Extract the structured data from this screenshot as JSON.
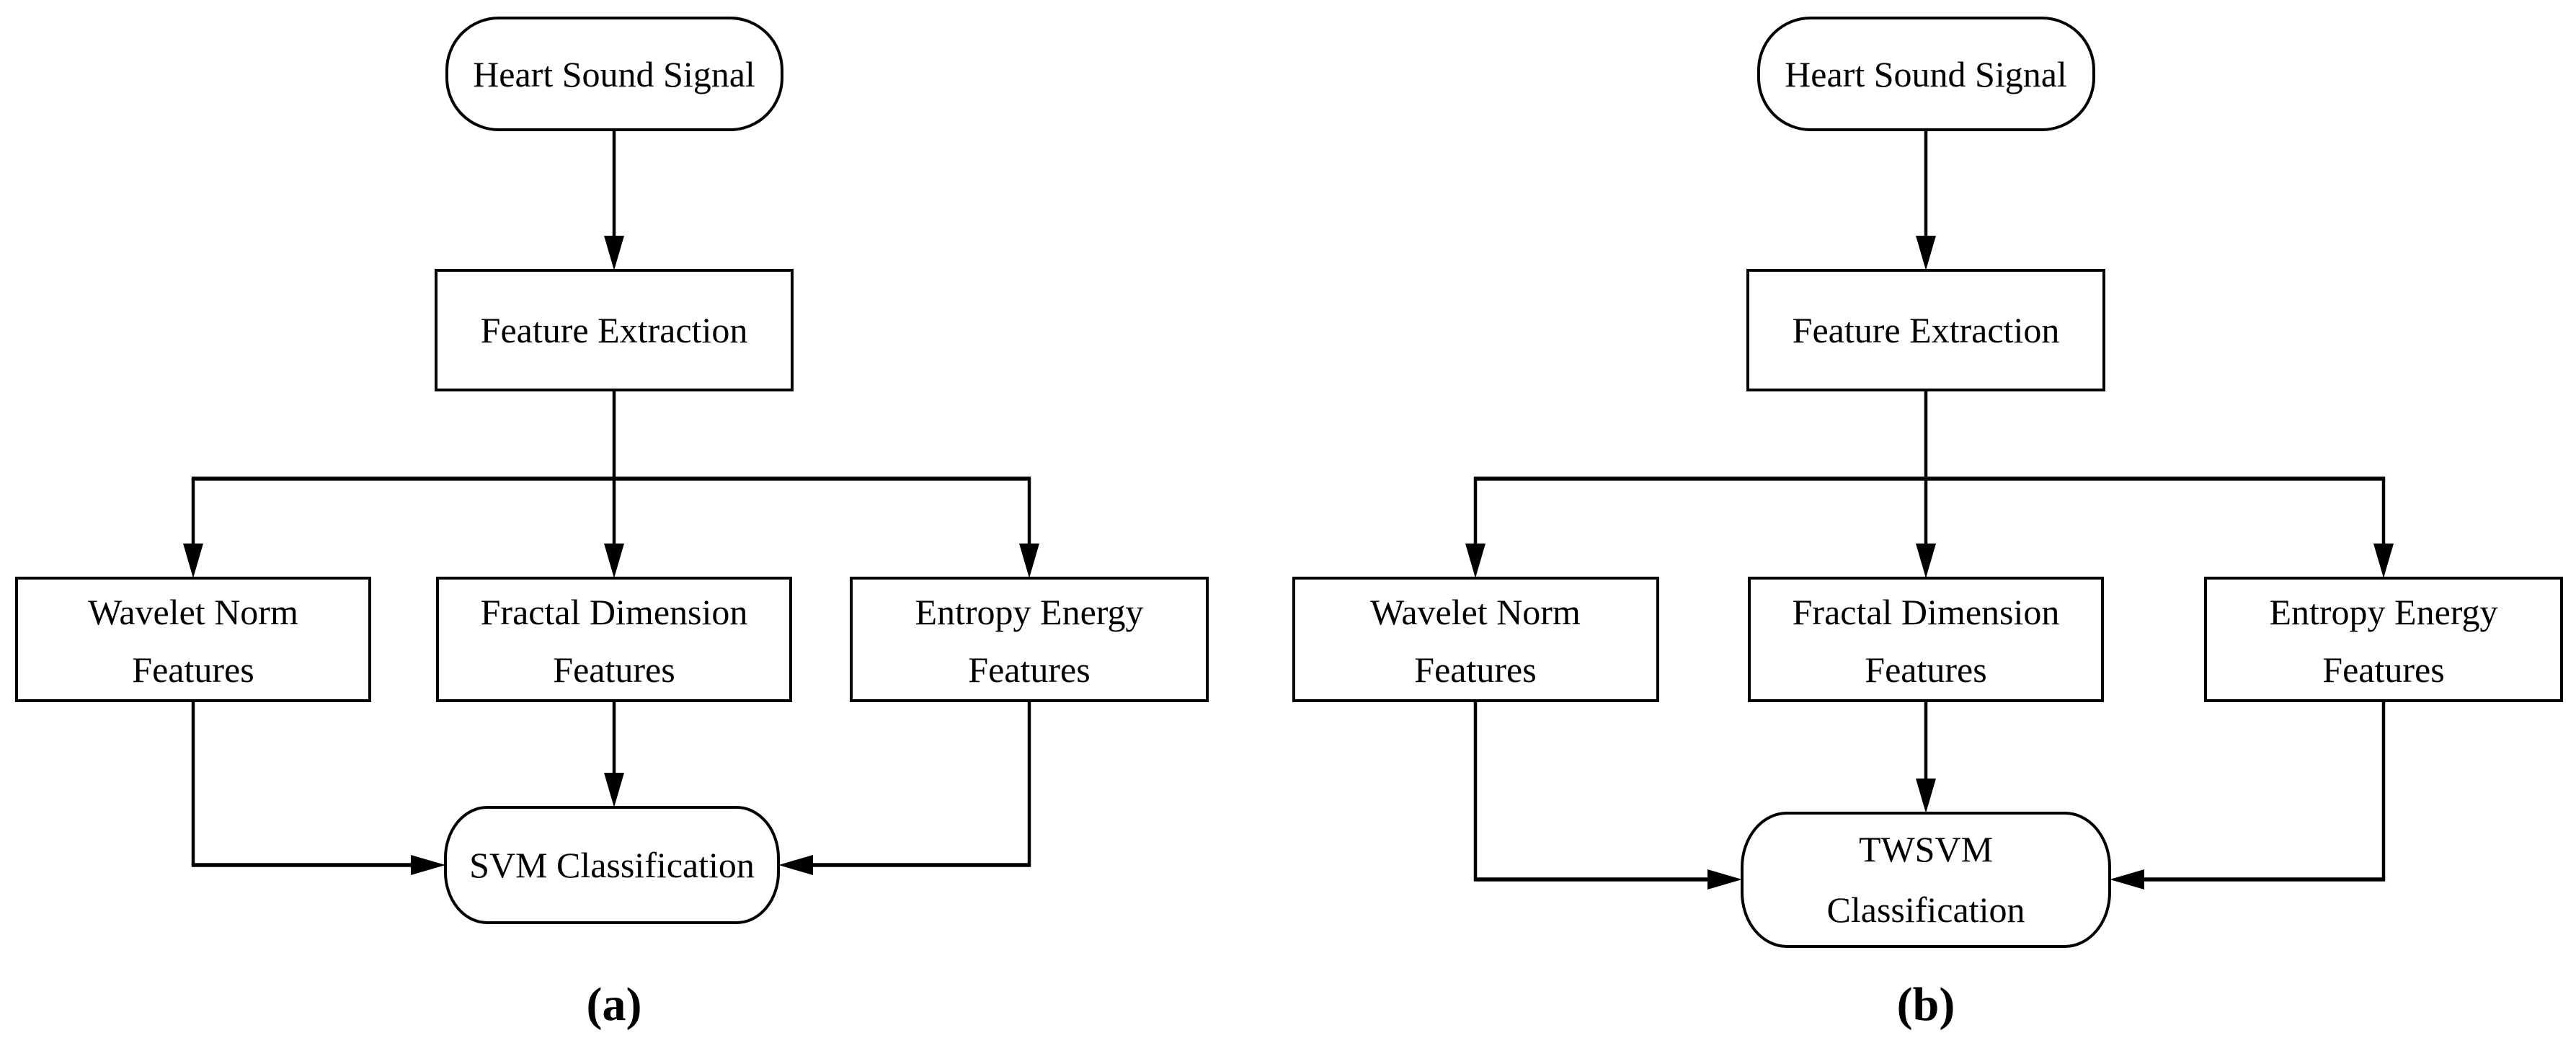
{
  "figure": {
    "background_color": "#ffffff",
    "line_color": "#000000",
    "panels": [
      {
        "caption": "(a)",
        "source": "Heart Sound Signal",
        "extraction": "Feature Extraction",
        "features": [
          {
            "line1": "Wavelet Norm",
            "line2": "Features"
          },
          {
            "line1": "Fractal Dimension",
            "line2": "Features"
          },
          {
            "line1": "Entropy Energy",
            "line2": "Features"
          }
        ],
        "classifier_lines": [
          "SVM Classification"
        ]
      },
      {
        "caption": "(b)",
        "source": "Heart Sound Signal",
        "extraction": "Feature Extraction",
        "features": [
          {
            "line1": "Wavelet Norm",
            "line2": "Features"
          },
          {
            "line1": "Fractal Dimension",
            "line2": "Features"
          },
          {
            "line1": "Entropy Energy",
            "line2": "Features"
          }
        ],
        "classifier_lines": [
          "TWSVM",
          "Classification"
        ]
      }
    ]
  }
}
